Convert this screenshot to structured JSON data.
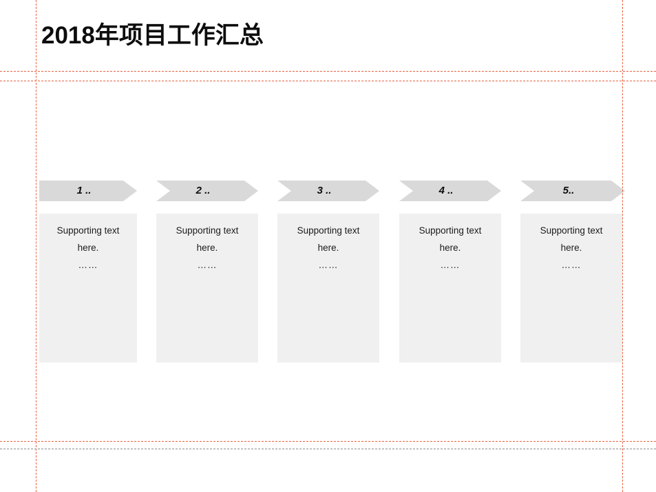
{
  "slide": {
    "title": "2018年项目工作汇总",
    "background_color": "#FFFFFF"
  },
  "theme": {
    "banner_color": "#D9D9D9",
    "card_color": "#F0F0F0",
    "guide_color": "#E8603C",
    "guide_gray_color": "#8A8A8A",
    "text_color": "#0D0D0D"
  },
  "columns": [
    {
      "banner_label": "1 ..",
      "body_line1": "Supporting text",
      "body_line2": "here.",
      "body_line3": "……"
    },
    {
      "banner_label": "2 ..",
      "body_line1": "Supporting text",
      "body_line2": "here.",
      "body_line3": "……"
    },
    {
      "banner_label": "3 ..",
      "body_line1": "Supporting text",
      "body_line2": "here.",
      "body_line3": "……"
    },
    {
      "banner_label": "4 ..",
      "body_line1": "Supporting text",
      "body_line2": "here.",
      "body_line3": "……"
    },
    {
      "banner_label": "5..",
      "body_line1": "Supporting text",
      "body_line2": "here.",
      "body_line3": "……"
    }
  ]
}
